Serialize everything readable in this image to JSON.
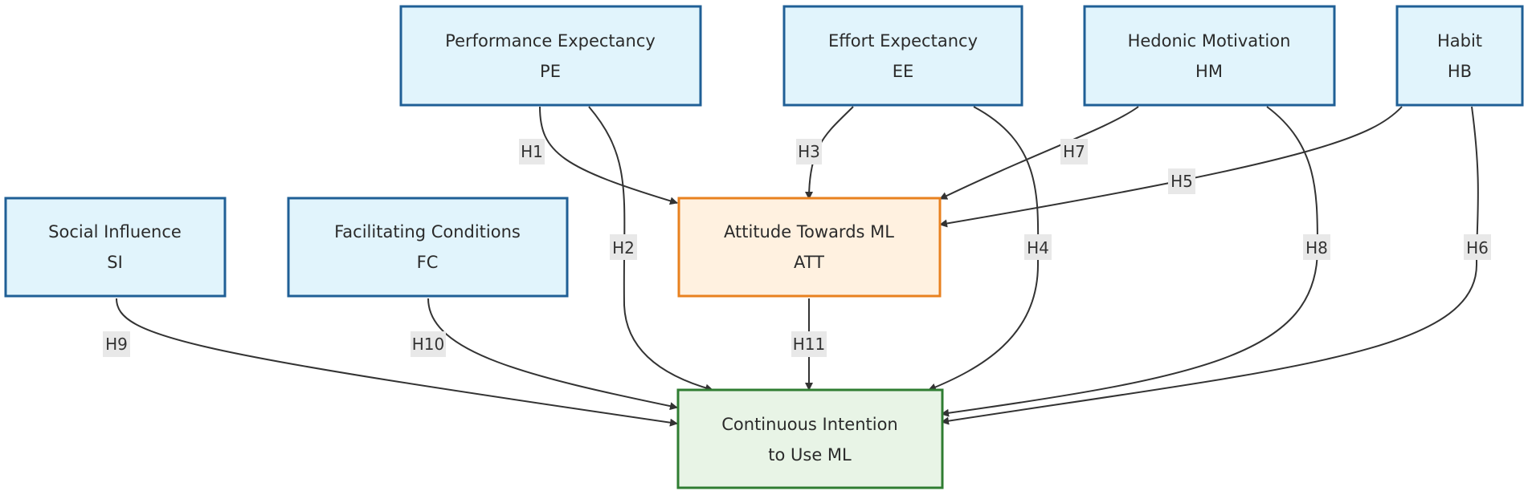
{
  "nodes": {
    "pe": {
      "line1": "Performance Expectancy",
      "line2": "PE"
    },
    "ee": {
      "line1": "Effort Expectancy",
      "line2": "EE"
    },
    "hm": {
      "line1": "Hedonic Motivation",
      "line2": "HM"
    },
    "hb": {
      "line1": "Habit",
      "line2": "HB"
    },
    "si": {
      "line1": "Social Influence",
      "line2": "SI"
    },
    "fc": {
      "line1": "Facilitating Conditions",
      "line2": "FC"
    },
    "att": {
      "line1": "Attitude Towards ML",
      "line2": "ATT"
    },
    "ci": {
      "line1": "Continuous Intention",
      "line2": "to Use ML"
    }
  },
  "edges": {
    "h1": {
      "label": "H1",
      "from": "PE",
      "to": "ATT"
    },
    "h2": {
      "label": "H2",
      "from": "PE",
      "to": "Continuous Intention to Use ML"
    },
    "h3": {
      "label": "H3",
      "from": "EE",
      "to": "ATT"
    },
    "h4": {
      "label": "H4",
      "from": "EE",
      "to": "Continuous Intention to Use ML"
    },
    "h5": {
      "label": "H5",
      "from": "HB",
      "to": "ATT"
    },
    "h6": {
      "label": "H6",
      "from": "HB",
      "to": "Continuous Intention to Use ML"
    },
    "h7": {
      "label": "H7",
      "from": "HM",
      "to": "ATT"
    },
    "h8": {
      "label": "H8",
      "from": "HM",
      "to": "Continuous Intention to Use ML"
    },
    "h9": {
      "label": "H9",
      "from": "SI",
      "to": "Continuous Intention to Use ML"
    },
    "h10": {
      "label": "H10",
      "from": "FC",
      "to": "Continuous Intention to Use ML"
    },
    "h11": {
      "label": "H11",
      "from": "ATT",
      "to": "Continuous Intention to Use ML"
    }
  },
  "colors": {
    "construct_fill": "#e1f4fc",
    "construct_border": "#1f5f96",
    "attitude_fill": "#fff1e0",
    "attitude_border": "#e8811f",
    "outcome_fill": "#e8f4e6",
    "outcome_border": "#2f7d32",
    "edge": "#333333",
    "label_bg": "#e8e8e8"
  }
}
